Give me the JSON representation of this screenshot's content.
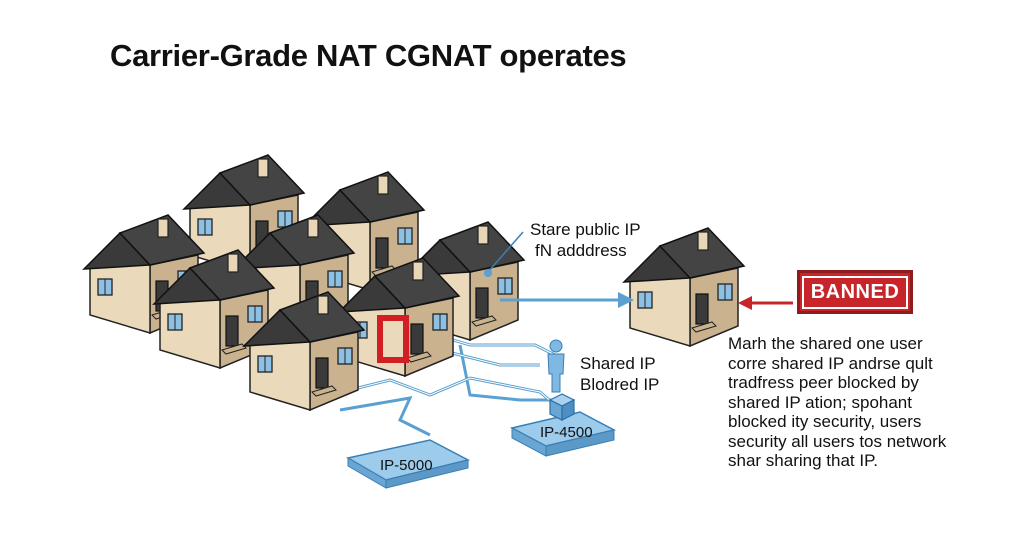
{
  "title": "Carrier-Grade NAT  CGNAT operates",
  "labels": {
    "public_ip_line1": "Stare public IP",
    "public_ip_line2": "fN addd­ress",
    "shared_ip_line1": "Shared IP",
    "shared_ip_line2": "Blodred IP",
    "ip_box_1": "IP-5000",
    "ip_box_2": "IP-4500",
    "banned": "BANNED"
  },
  "description": [
    "Marh the shared one user",
    "corre shared IP andrse qult",
    "tradfress peer blocked by",
    "shared IP ation; spohant",
    "blocked ity security, users",
    "security all users tos network",
    "shar sharing that IP."
  ],
  "colors": {
    "roof": "#3a3a3a",
    "wall": "#e8d6b6",
    "wall_shade": "#c9b28d",
    "window": "#8ec0e4",
    "line": "#5aa0d0",
    "highlight": "#d11f24",
    "banned": "#c8252b"
  },
  "icons": [
    "house-icon",
    "person-icon",
    "server-cube-icon",
    "arrow-right-icon",
    "arrow-left-icon"
  ]
}
